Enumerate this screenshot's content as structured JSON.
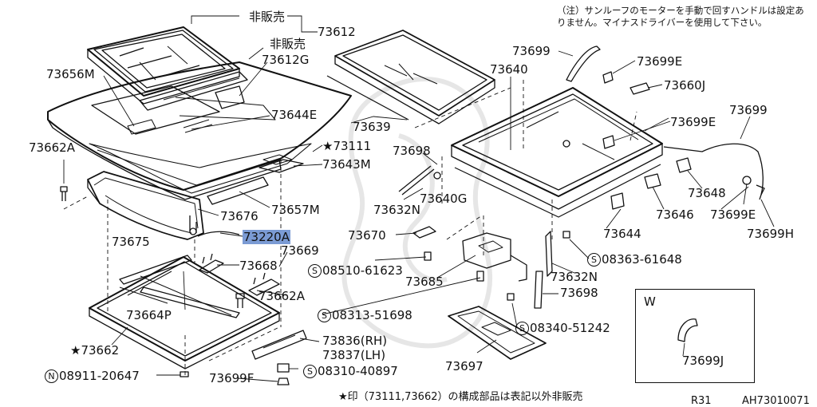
{
  "note": "（注）サンルーフのモーターを手動で回すハンドルは設定ありません。マイナスドライバーを使用して下さい。",
  "labels": {
    "hibaibai_1": "非販売",
    "hibaibai_2": "非販売",
    "p73612": "73612",
    "p73612g": "73612G",
    "p73656m": "73656M",
    "p73644e": "73644E",
    "p73639": "73639",
    "p73111": "★73111",
    "p73662a_l": "73662A",
    "p73643m": "73643M",
    "p73676": "73676",
    "p73657m": "73657M",
    "p73675": "73675",
    "p73220a": "73220A",
    "p73669": "73669",
    "p73668": "73668",
    "p73662a_m": "73662A",
    "p73664p": "73664P",
    "p73662": "★73662",
    "p08911": "08911-20647",
    "p73699f": "73699F",
    "p73836": "73836(RH)",
    "p73837": "73837(LH)",
    "p08310": "08310-40897",
    "p73697": "73697",
    "p08313": "08313-51698",
    "p08510": "08510-61623",
    "p73685": "73685",
    "p73670": "73670",
    "p73632n_l": "73632N",
    "p73640g": "73640G",
    "p73698_l": "73698",
    "p73640": "73640",
    "p73699_t": "73699",
    "p73699e_t": "73699E",
    "p73660j": "73660J",
    "p73699_r": "73699",
    "p73699e_m": "73699E",
    "p73648": "73648",
    "p73646": "73646",
    "p73699e_b": "73699E",
    "p73644": "73644",
    "p73699h": "73699H",
    "p08363": "08363-61648",
    "p73632n_r": "73632N",
    "p73698_r": "73698",
    "p08340": "08340-51242",
    "p73699j": "73699J",
    "inset_w": "W"
  },
  "circle_s": "S",
  "circle_n": "N",
  "footnote": "★印（73111,73662）の構成部品は表記以外非販売",
  "model": "R31",
  "diagram_code": "AH73010071",
  "colors": {
    "highlight": "#7b9bd4",
    "ink": "#111111",
    "watermark": "#e6e6e6"
  }
}
